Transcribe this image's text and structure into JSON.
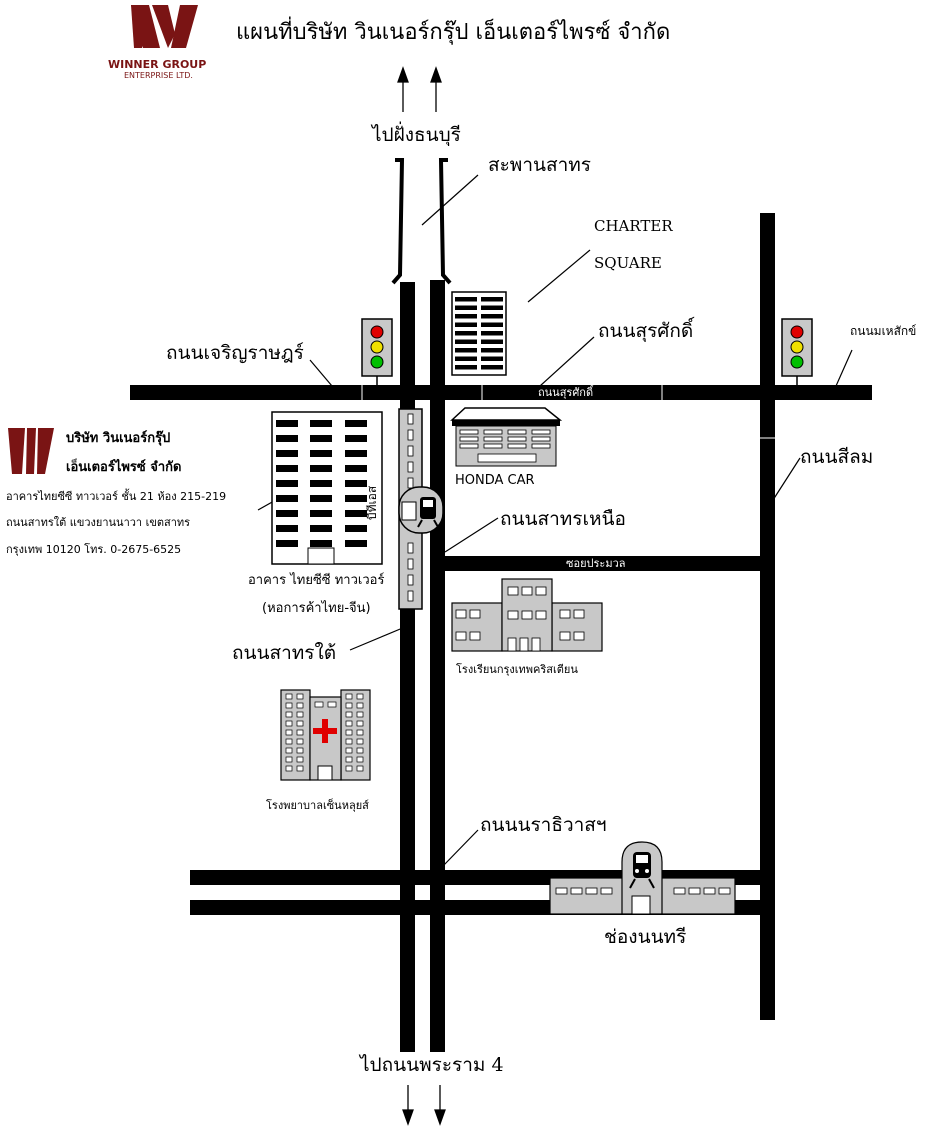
{
  "map_title": "แผนที่บริษัท วินเนอร์กรุ๊ป เอ็นเตอร์ไพรซ์ จำกัด",
  "logo": {
    "line1": "WINNER GROUP",
    "line2": "ENTERPRISE LTD.",
    "color": "#7a1414"
  },
  "company": {
    "name_line1": "บริษัท วินเนอร์กรุ๊ป",
    "name_line2": "เอ็นเตอร์ไพรซ์ จำกัด",
    "address_line1": "อาคารไทยซีซี ทาวเวอร์ ชั้น 21 ห้อง 215-219",
    "address_line2": "ถนนสาทรใต้ แขวงยานนาวา เขตสาทร",
    "address_line3": "กรุงเทพ 10120 โทร. 0-2675-6525"
  },
  "labels": {
    "to_thonburi": "ไปฝั่งธนบุรี",
    "sathorn_bridge": "สะพานสาทร",
    "charter_line1": "CHARTER",
    "charter_line2": "SQUARE",
    "charoen_rat_rd": "ถนนเจริญราษฎร์",
    "surasak_rd": "ถนนสุรศักดิ์",
    "surasak_on_road": "ถนนสุรศักดิ์",
    "mahesak_rd": "ถนนมเหสักข์",
    "silom_rd": "ถนนสีลม",
    "honda_car": "HONDA CAR",
    "bts_surasak": "บีทีเอส",
    "sathorn_nuea_rd": "ถนนสาทรเหนือ",
    "soi_prasamuan": "ซอยประมวล",
    "thai_cc_line1": "อาคาร ไทยซีซี ทาวเวอร์",
    "thai_cc_line2": "(หอการค้าไทย-จีน)",
    "bangkok_christian": "โรงเรียนกรุงเทพคริสเตียน",
    "sathorn_tai_rd": "ถนนสาทรใต้",
    "st_louis": "โรงพยาบาลเซ็นหลุยส์",
    "narathiwat_rd": "ถนนนราธิวาสฯ",
    "chong_nonsi": "ช่องนนทรี",
    "to_rama4": "ไปถนนพระราม 4"
  },
  "colors": {
    "road": "#000000",
    "building_gray": "#c8c8c8",
    "traffic_red": "#e00000",
    "traffic_yellow": "#f0e000",
    "traffic_green": "#00c000",
    "hospital_cross": "#e00000"
  }
}
